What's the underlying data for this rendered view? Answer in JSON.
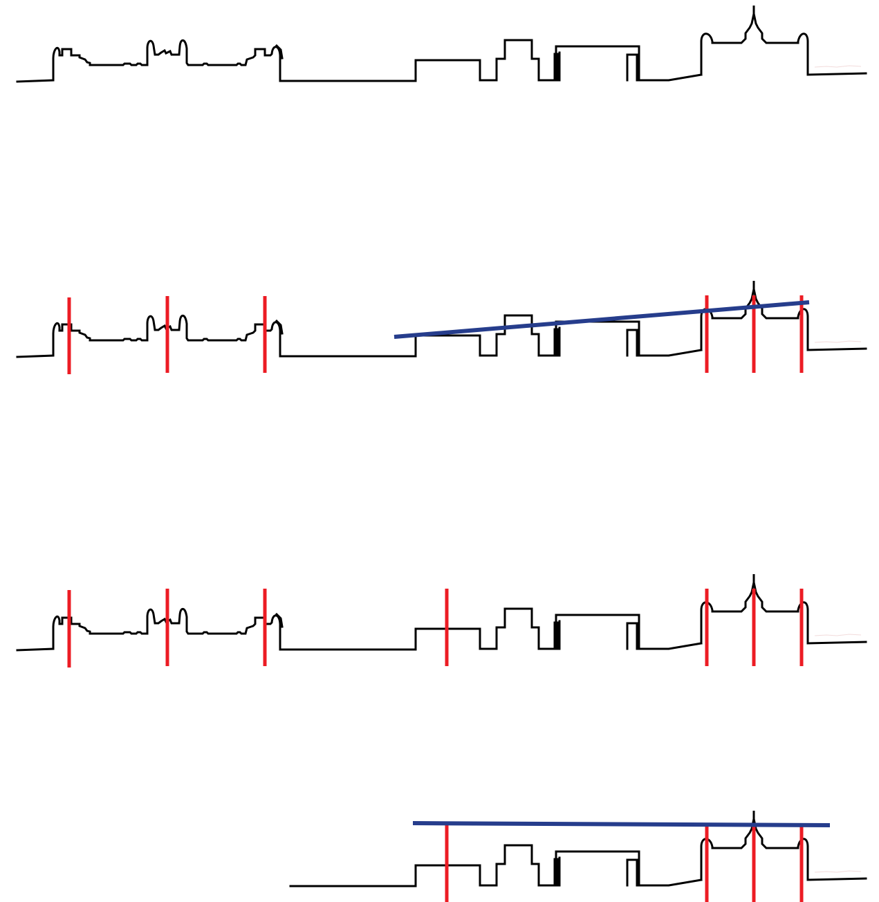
{
  "diagram": {
    "panels": [
      {
        "id": "skyline-full",
        "vertical_axes": 0,
        "reference_line": false
      },
      {
        "id": "skyline-axes-sloped-line",
        "vertical_axes": 6,
        "reference_line": true,
        "reference_line_type": "sloped"
      },
      {
        "id": "skyline-axes",
        "vertical_axes": 7,
        "reference_line": false
      },
      {
        "id": "skyline-partial-horizontal-line",
        "vertical_axes": 4,
        "reference_line": true,
        "reference_line_type": "horizontal"
      }
    ]
  },
  "colors": {
    "outline": "#000000",
    "axis": "#ec1c24",
    "reference_line": "#263d8c",
    "faint_mark": "#e6b8b8",
    "background": "#ffffff"
  }
}
